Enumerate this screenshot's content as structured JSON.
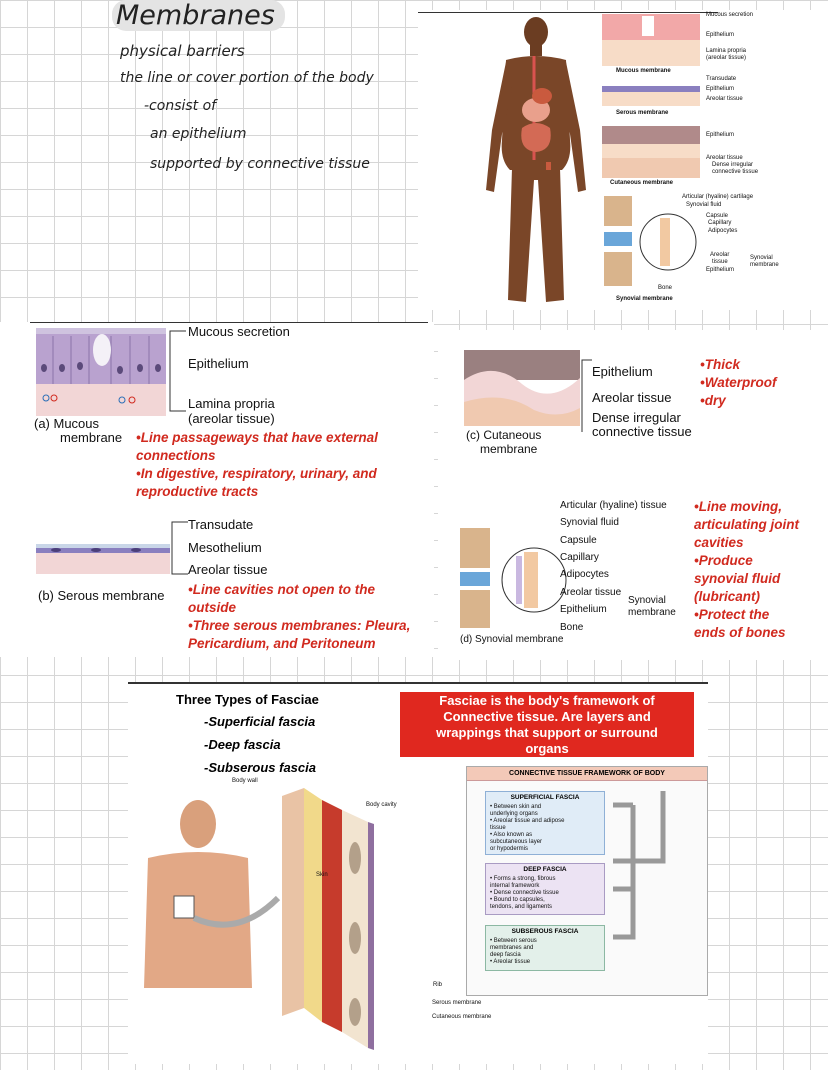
{
  "notes": {
    "title": "Membranes",
    "lines": [
      "physical barriers",
      "the line or cover portion of the body",
      "-consist of",
      "an epithelium",
      "supported by connective tissue"
    ]
  },
  "top_figure": {
    "mucous_labels": [
      "Mucous secretion",
      "Epithelium",
      "Lamina propria",
      "(areolar tissue)"
    ],
    "mucous_caption": "Mucous membrane",
    "serous_labels": [
      "Transudate",
      "Epithelium",
      "Areolar tissue"
    ],
    "serous_caption": "Serous membrane",
    "cutaneous_labels": [
      "Epithelium",
      "Areolar tissue",
      "Dense irregular",
      "connective tissue"
    ],
    "cutaneous_caption": "Cutaneous membrane",
    "synovial_labels": [
      "Articular (hyaline) cartilage",
      "Synovial fluid",
      "Capsule",
      "Capillary",
      "Adipocytes",
      "Areolar",
      "tissue",
      "Epithelium",
      "Synovial",
      "membrane",
      "Bone"
    ],
    "synovial_caption": "Synovial membrane"
  },
  "mucous_panel": {
    "labels": [
      "Mucous secretion",
      "Epithelium",
      "Lamina propria",
      "(areolar tissue)"
    ],
    "caption_a": "(a) Mucous",
    "caption_b": "membrane",
    "notes": [
      "•Line passageways that have external",
      "connections",
      "•In digestive, respiratory, urinary, and",
      "reproductive tracts"
    ],
    "serous_labels": [
      "Transudate",
      "Mesothelium",
      "Areolar tissue"
    ],
    "serous_caption": "(b) Serous membrane",
    "serous_notes": [
      "•Line cavities not open to the",
      "outside",
      "•Three serous membranes: Pleura,",
      "Pericardium, and Peritoneum"
    ]
  },
  "cutaneous_panel": {
    "labels": [
      "Epithelium",
      "Areolar tissue",
      "Dense irregular",
      "connective tissue"
    ],
    "caption_a": "(c) Cutaneous",
    "caption_b": "membrane",
    "notes": [
      "•Thick",
      "•Waterproof",
      "•dry"
    ],
    "synovial_labels": [
      "Articular (hyaline) tissue",
      "Synovial fluid",
      "Capsule",
      "Capillary",
      "Adipocytes",
      "Areolar tissue",
      "Epithelium",
      "Bone"
    ],
    "synovial_group": [
      "Synovial",
      "membrane"
    ],
    "synovial_caption": "(d) Synovial membrane",
    "synovial_notes": [
      "•Line moving,",
      "articulating joint",
      "cavities",
      "•Produce",
      "synovial fluid",
      "(lubricant)",
      "•Protect the",
      "ends of bones"
    ]
  },
  "fasciae": {
    "heading": "Three Types of Fasciae",
    "types": [
      "-Superficial fascia",
      "-Deep fascia",
      "-Subserous fascia"
    ],
    "definition": [
      "Fasciae is the body's framework of",
      "Connective tissue.  Are layers and",
      "wrappings that support  or surround",
      "organs"
    ],
    "framework_title": "CONNECTIVE TISSUE FRAMEWORK OF BODY",
    "diagram_labels": [
      "Body wall",
      "Body cavity",
      "Skin",
      "Rib",
      "Serous membrane",
      "Cutaneous membrane"
    ],
    "boxes": [
      {
        "title": "SUPERFICIAL FASCIA",
        "items": [
          "• Between skin and",
          "  underlying organs",
          "• Areolar tissue and adipose",
          "  tissue",
          "• Also known as",
          "  subcutaneous layer",
          "  or hypodermis"
        ]
      },
      {
        "title": "DEEP FASCIA",
        "items": [
          "• Forms a strong, fibrous",
          "  internal framework",
          "• Dense connective tissue",
          "• Bound to capsules,",
          "  tendons, and ligaments"
        ]
      },
      {
        "title": "SUBSEROUS FASCIA",
        "items": [
          "• Between serous",
          "  membranes and",
          "  deep fascia",
          "• Areolar tissue"
        ]
      }
    ]
  },
  "colors": {
    "accent_red": "#d12a1f",
    "epithelium_purple": "#b9a2cf",
    "lamina_pink": "#f2d6d6",
    "frame_red": "#e0281f"
  }
}
